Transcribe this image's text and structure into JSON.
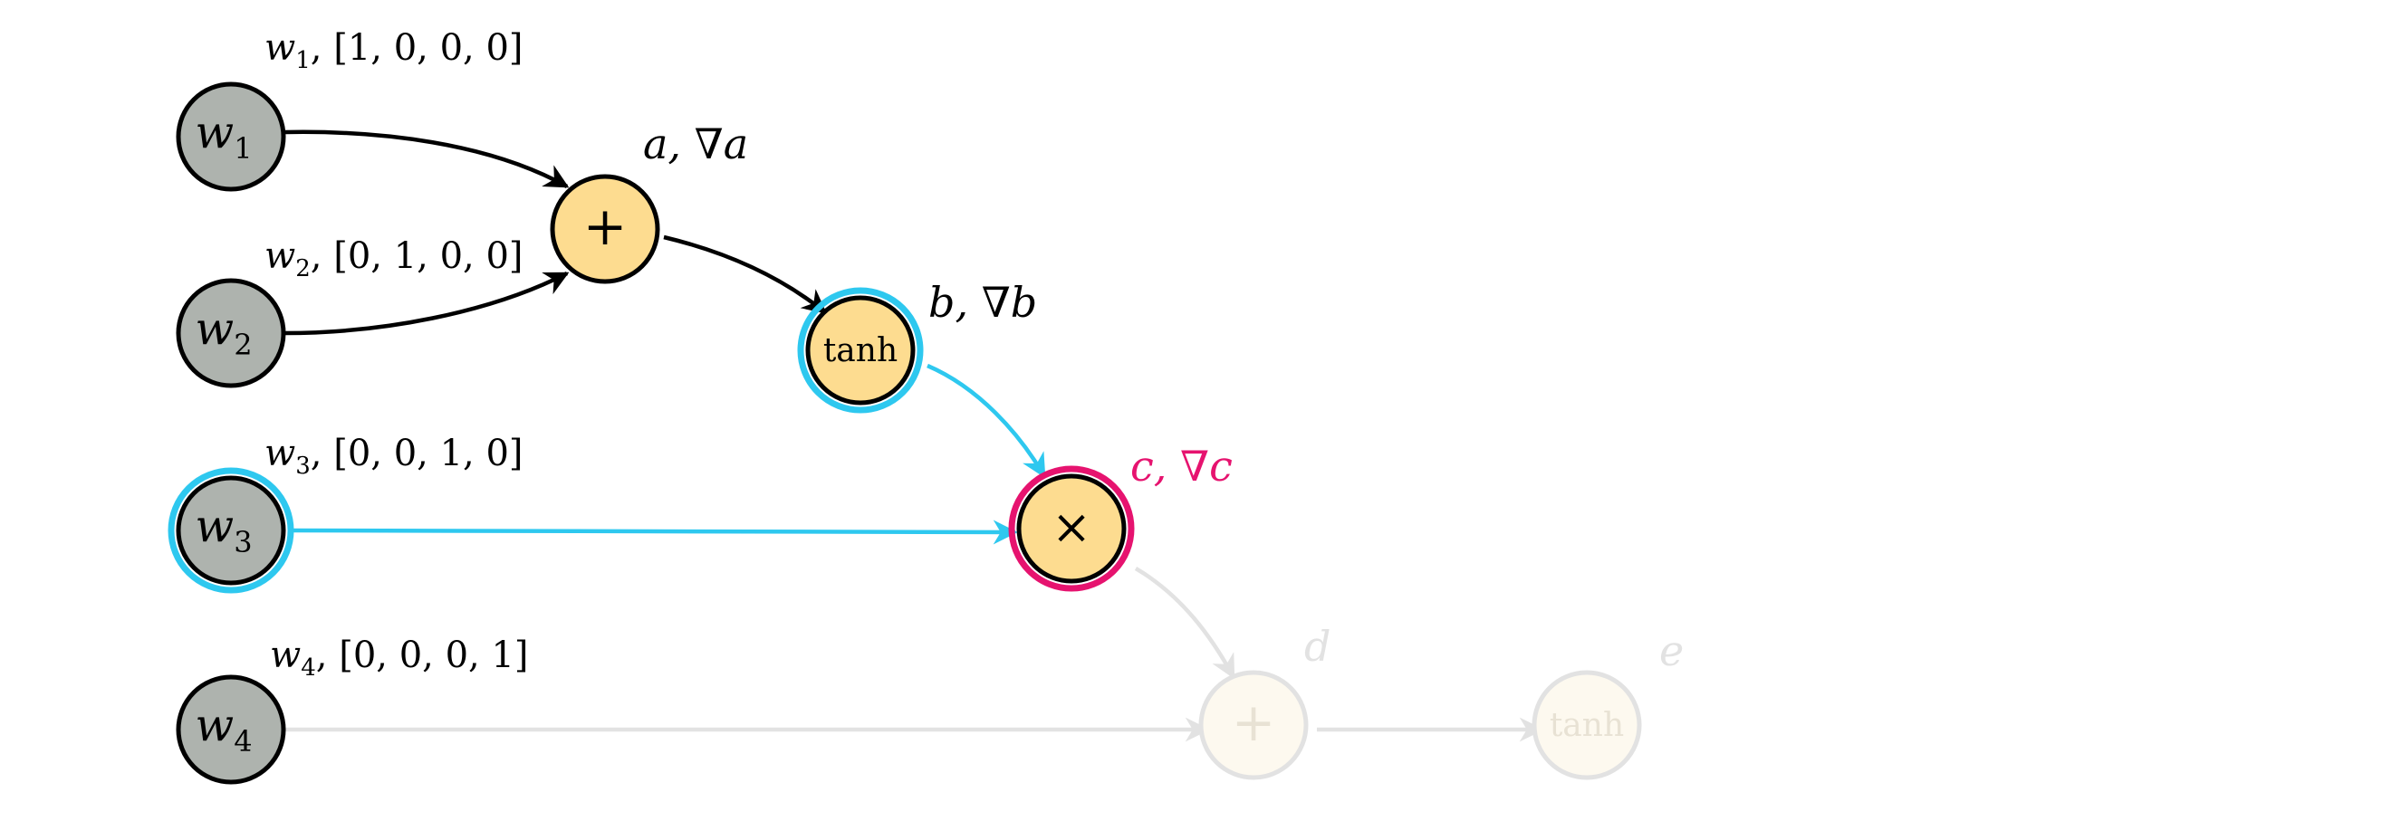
{
  "diagram": {
    "inputs": [
      {
        "id": "w1",
        "node_var": "w",
        "node_sub": "1",
        "label_var": "w",
        "label_sub": "1",
        "label_vec": ", [1, 0, 0, 0]"
      },
      {
        "id": "w2",
        "node_var": "w",
        "node_sub": "2",
        "label_var": "w",
        "label_sub": "2",
        "label_vec": ", [0, 1, 0, 0]"
      },
      {
        "id": "w3",
        "node_var": "w",
        "node_sub": "3",
        "label_var": "w",
        "label_sub": "3",
        "label_vec": ", [0, 0, 1, 0]"
      },
      {
        "id": "w4",
        "node_var": "w",
        "node_sub": "4",
        "label_var": "w",
        "label_sub": "4",
        "label_vec": ", [0, 0, 0, 1]"
      }
    ],
    "ops": [
      {
        "id": "a",
        "symbol": "+",
        "label": "a, ∇a"
      },
      {
        "id": "b",
        "symbol": "tanh",
        "label": "b, ∇b"
      },
      {
        "id": "c",
        "symbol": "×",
        "label": "c, ∇c"
      },
      {
        "id": "d",
        "symbol": "+",
        "label": "d"
      },
      {
        "id": "e",
        "symbol": "tanh",
        "label": "e"
      }
    ],
    "colors": {
      "input_fill": "#aeb3ae",
      "op_fill": "#fddc90",
      "faded_fill": "#fdf9ef",
      "highlight_blue": "#2ec8ef",
      "highlight_pink": "#e6136f",
      "edge_black": "#000000",
      "faded_gray": "#e2e2e2"
    }
  }
}
